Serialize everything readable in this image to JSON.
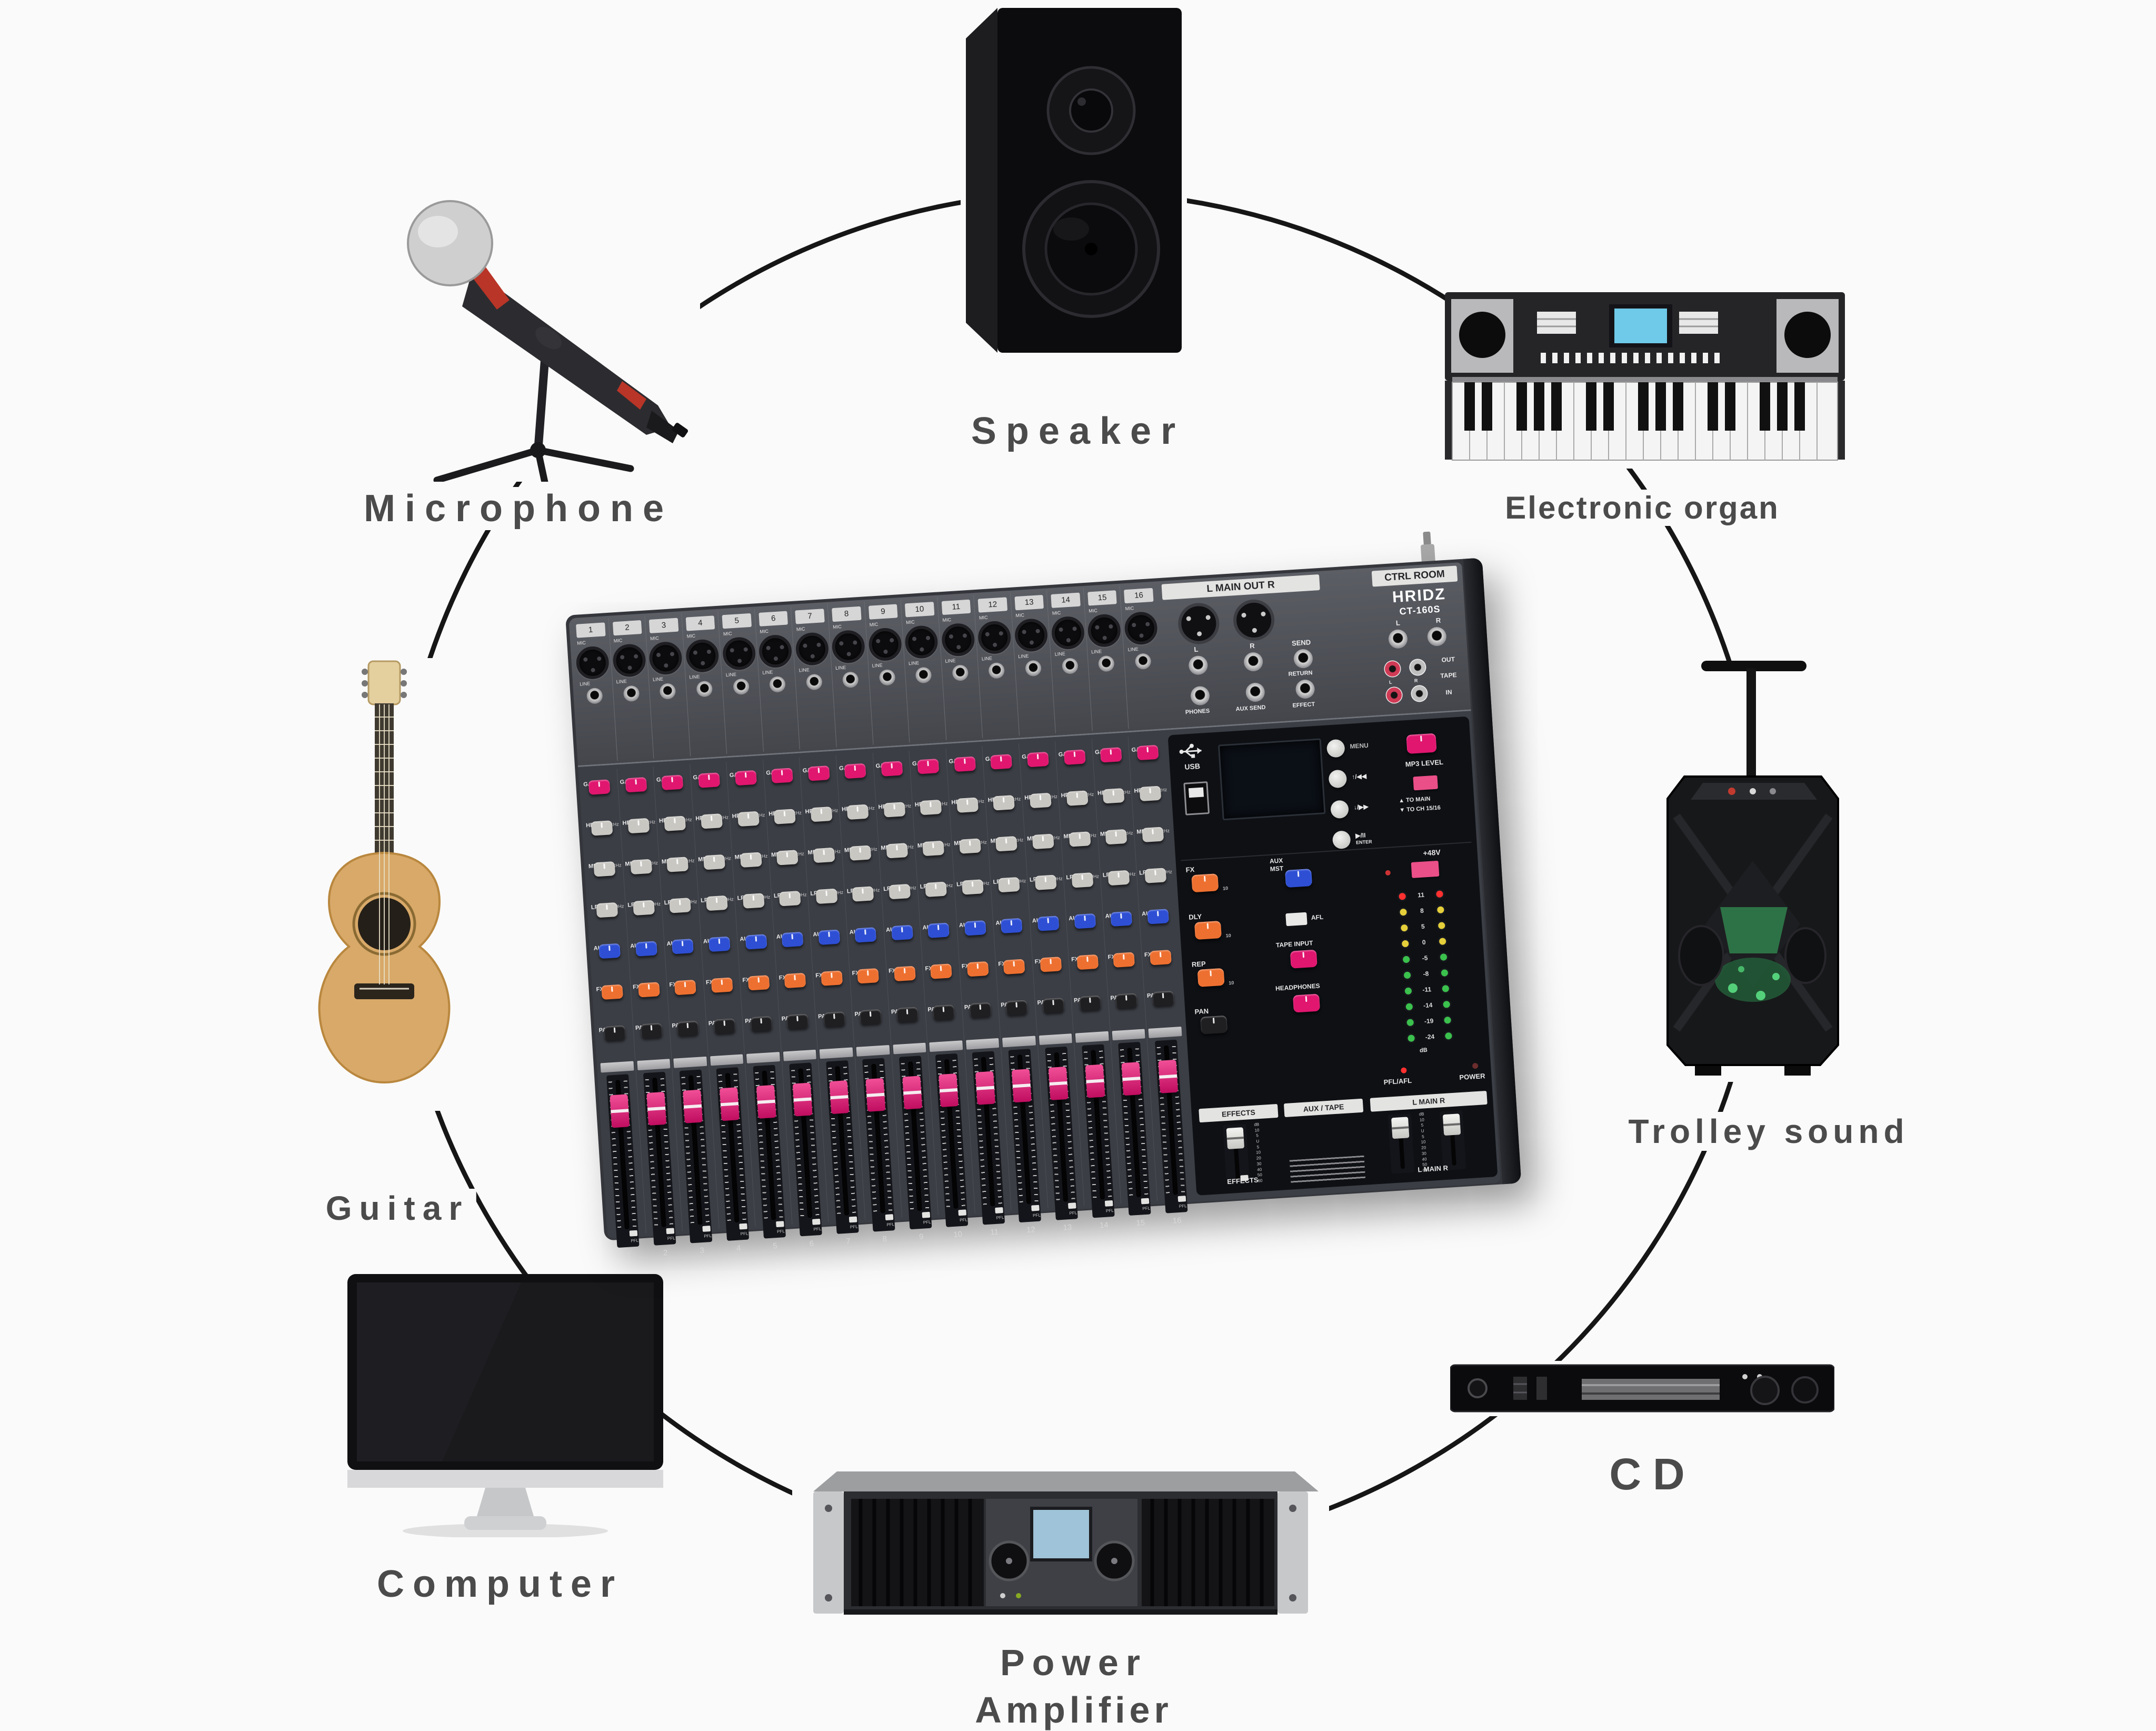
{
  "background_color": "#fafafa",
  "connection": {
    "color": "#161616"
  },
  "devices": {
    "microphone": {
      "label": "Microphone"
    },
    "speaker": {
      "label": "Speaker"
    },
    "electronic_organ": {
      "label": "Electronic organ"
    },
    "trolley_sound": {
      "label": "Trolley sound"
    },
    "cd_player": {
      "label": "CD"
    },
    "power_amplifier": {
      "label_line1": "Power",
      "label_line2": "Amplifier"
    },
    "computer": {
      "label": "Computer"
    },
    "guitar": {
      "label": "Guitar"
    }
  },
  "mixer": {
    "brand": "HRIDZ",
    "model": "CT-160S",
    "jack_panel": {
      "channel_numbers": [
        "1",
        "2",
        "3",
        "4",
        "5",
        "6",
        "7",
        "8",
        "9",
        "10",
        "11",
        "12",
        "13",
        "14",
        "15",
        "16"
      ],
      "mic_label": "MIC",
      "line_label": "LINE",
      "main_out_label": "L MAIN OUT R",
      "ctrl_room_label": "CTRL ROOM",
      "left_label": "L",
      "right_label": "R",
      "send_label": "SEND",
      "return_label": "RETURN",
      "phones_label": "PHONES",
      "aux_send_label": "AUX SEND",
      "effect_label": "EFFECT",
      "out_label": "OUT",
      "tape_label": "TAPE",
      "in_label": "IN"
    },
    "channel_strip": {
      "knobs": [
        {
          "label": "GAIN",
          "freq": "",
          "color": "#e0166f"
        },
        {
          "label": "HF",
          "freq": "10kHz",
          "color": "#c9c7c2"
        },
        {
          "label": "MF",
          "freq": "2.5kHz",
          "color": "#c9c7c2"
        },
        {
          "label": "LF",
          "freq": "100Hz",
          "color": "#c9c7c2"
        },
        {
          "label": "AUX",
          "freq": "",
          "color": "#2e4fd4"
        },
        {
          "label": "FX",
          "freq": "",
          "color": "#ee7030"
        },
        {
          "label": "PAN",
          "freq": "",
          "color": "#1f1f22"
        }
      ],
      "pfl_label": "PFL"
    },
    "media_player": {
      "usb_label": "USB",
      "menu_label": "MENU",
      "prev_label": "↑/◀◀",
      "next_label": "↓/▶▶",
      "play_label": "▶/II",
      "enter_label": "ENTER",
      "mp3_level_label": "MP3 LEVEL",
      "to_main_label": "▲ TO MAIN",
      "to_ch_label": "▼ TO CH 15/16"
    },
    "master": {
      "fx_label": "FX",
      "dly_label": "DLY",
      "rep_label": "REP",
      "pan_label": "PAN",
      "aux_mst_label1": "AUX",
      "aux_mst_label2": "MST",
      "afl_label": "AFL",
      "tape_input_label": "TAPE INPUT",
      "headphones_label": "HEADPHONES",
      "phantom_label": "+48V",
      "knob_max_label": "10",
      "meter_labels": [
        "11",
        "8",
        "5",
        "0",
        "-5",
        "-8",
        "-11",
        "-14",
        "-19",
        "-24"
      ],
      "meter_unit": "dB",
      "pfl_afl_label": "PFL/AFL",
      "power_label": "POWER",
      "effects_label": "EFFECTS",
      "aux_tape_label": "AUX / TAPE",
      "main_label": "L MAIN R",
      "fader_scale": [
        "dB",
        "10",
        "5",
        "U",
        "5",
        "10",
        "20",
        "30",
        "40",
        "50",
        "60"
      ]
    },
    "colors": {
      "gain_pink": "#e0166f",
      "eq_gray": "#c9c7c2",
      "aux_blue": "#2e4fd4",
      "fx_orange": "#ee7030",
      "pan_black": "#1f1f22",
      "led_red": "#ff3030",
      "led_yellow": "#e5cf3a",
      "led_green": "#3bc14d",
      "led_power": "#6b2d2d",
      "fader_pink": "#d9136e",
      "fader_white": "#e8e8e6"
    }
  }
}
